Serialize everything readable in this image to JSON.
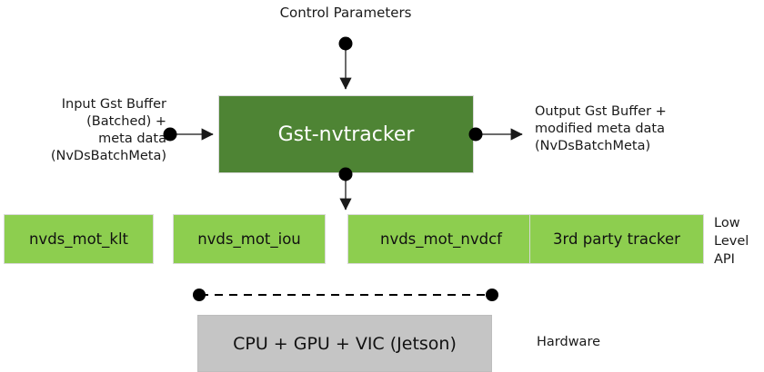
{
  "diagram": {
    "title_top": "Control Parameters",
    "main_block": {
      "label": "Gst-nvtracker",
      "fill": "#4E8434",
      "text_color": "#FFFFFF"
    },
    "input_label": "Input Gst Buffer\n(Batched) +\nmeta data\n(NvDsBatchMeta)",
    "output_label": "Output Gst Buffer +\nmodified meta data\n(NvDsBatchMeta)",
    "low_level_api_label": "Low\nLevel\nAPI",
    "hardware_label": "Hardware",
    "low_level_boxes": [
      {
        "label": "nvds_mot_klt"
      },
      {
        "label": "nvds_mot_iou"
      },
      {
        "label": "nvds_mot_nvdcf"
      },
      {
        "label": "3rd party tracker"
      }
    ],
    "hardware_block": {
      "label": "CPU + GPU + VIC (Jetson)",
      "fill": "#C5C5C5"
    },
    "colors": {
      "dark_green": "#4E8434",
      "light_green": "#8DCE4F",
      "gray": "#C5C5C5",
      "connector": "#6B6B6B",
      "dot": "#000000",
      "background": "#FFFFFF"
    }
  }
}
